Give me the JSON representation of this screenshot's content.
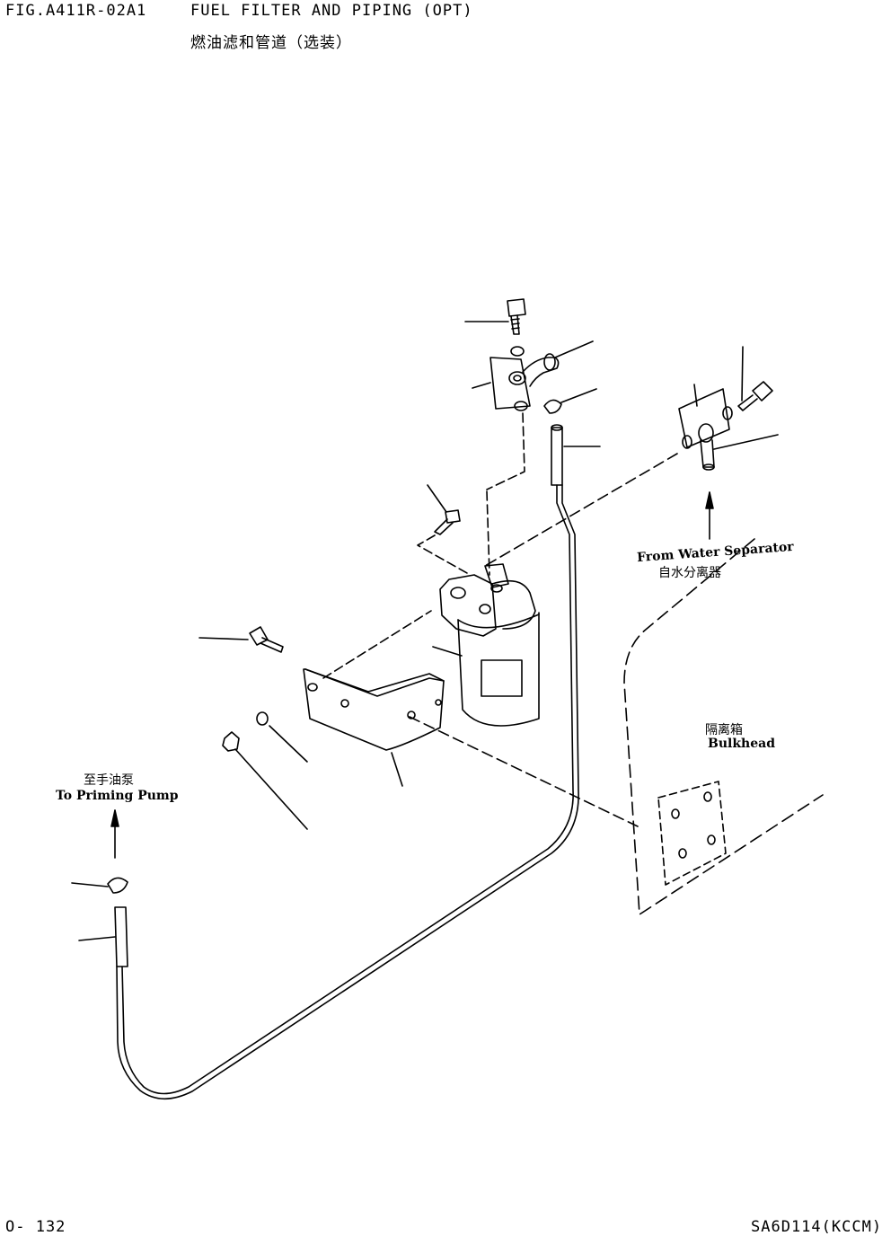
{
  "header": {
    "fig_no": "FIG.A411R-02A1",
    "title_en": "FUEL FILTER AND PIPING (OPT)",
    "title_cn": "燃油滤和管道（选装）"
  },
  "labels": {
    "from_water_separator": "From Water Separator",
    "from_water_separator_cn": "自水分离器",
    "bulkhead": "Bulkhead",
    "bulkhead_cn": "隔离箱",
    "to_priming_pump": "To Priming Pump",
    "to_priming_pump_cn": "至手油泵"
  },
  "footer": {
    "page": "O- 132",
    "model": "SA6D114(KCCM)"
  }
}
